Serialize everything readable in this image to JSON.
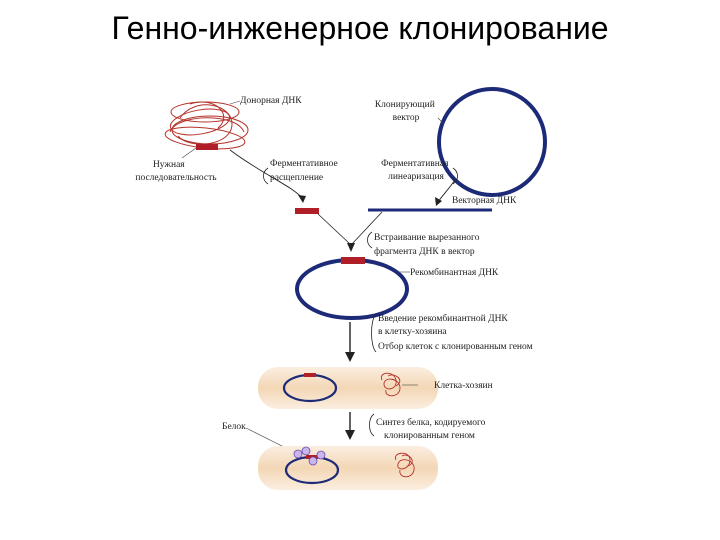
{
  "slide": {
    "title": "Генно-инженерное клонирование"
  },
  "labels": {
    "donor_dna": "Донорная ДНК",
    "needed_sequence": [
      "Нужная",
      "последовательность"
    ],
    "enzymatic_cleavage": [
      "Ферментативное",
      "расщепление"
    ],
    "cloning_vector": [
      "Клонирующий",
      "вектор"
    ],
    "enzymatic_linearization": [
      "Ферментативная",
      "линеаризация"
    ],
    "vector_dna": "Векторная ДНК",
    "insertion": [
      "Встраивание вырезанного",
      "фрагмента ДНК в вектор"
    ],
    "recombinant_dna": "Рекомбинантная ДНК",
    "introduction": [
      "Введение рекомбинантной ДНК",
      "в клетку-хозяина"
    ],
    "selection": "Отбор клеток с клонированным геном",
    "host_cell": "Клетка-хозяин",
    "protein": "Белок",
    "synthesis": [
      "Синтез белка, кодируемого",
      "клонированным геном"
    ]
  },
  "colors": {
    "vector_blue": "#1c2a78",
    "insert_red": "#b01e28",
    "donor_red": "#b5322a",
    "cell_fill": "#f7e3cd",
    "protein_purple": "#8b6bc7",
    "arrow": "#222222"
  }
}
